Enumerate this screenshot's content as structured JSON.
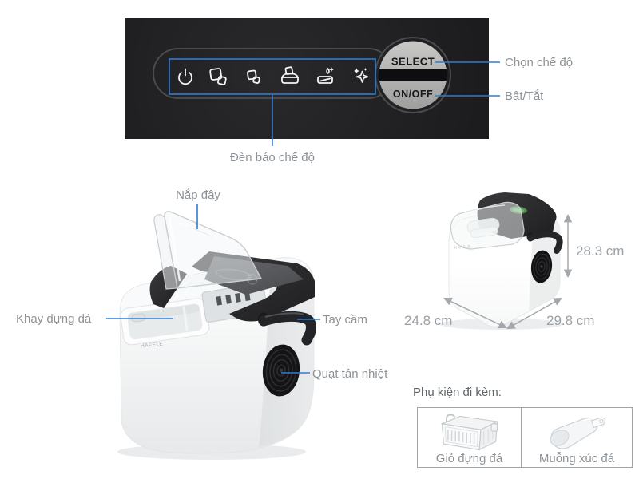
{
  "colors": {
    "accent": "#2e7cd6",
    "panel_black": "#1e1e20",
    "label_gray": "#8c9297",
    "dimension_gray": "#9aa0a5",
    "icon_white": "#f5f5f5",
    "button_gray": "#bcbcba",
    "brand_label_green": "#4b8a4a"
  },
  "panel": {
    "select_button": "SELECT",
    "power_button": "ON/OFF",
    "callout_select": "Chọn chế độ",
    "callout_power": "Bật/Tắt",
    "callout_indicators": "Đèn báo chế độ",
    "indicator_icons": [
      "power-icon",
      "ice-large-icon",
      "ice-small-icon",
      "ice-full-icon",
      "add-water-icon",
      "clean-icon"
    ]
  },
  "product": {
    "brand": "HAFELE",
    "callout_lid": "Nắp đậy",
    "callout_tray": "Khay đựng đá",
    "callout_handle": "Tay cầm",
    "callout_fan": "Quạt tản nhiệt"
  },
  "dimensions": {
    "height": "28.3 cm",
    "depth": "24.8 cm",
    "width": "29.8 cm"
  },
  "accessories": {
    "title": "Phụ kiện đi kèm:",
    "items": [
      {
        "label": "Giỏ đựng đá",
        "icon": "ice-basket-image"
      },
      {
        "label": "Muỗng xúc đá",
        "icon": "ice-scoop-image"
      }
    ]
  }
}
